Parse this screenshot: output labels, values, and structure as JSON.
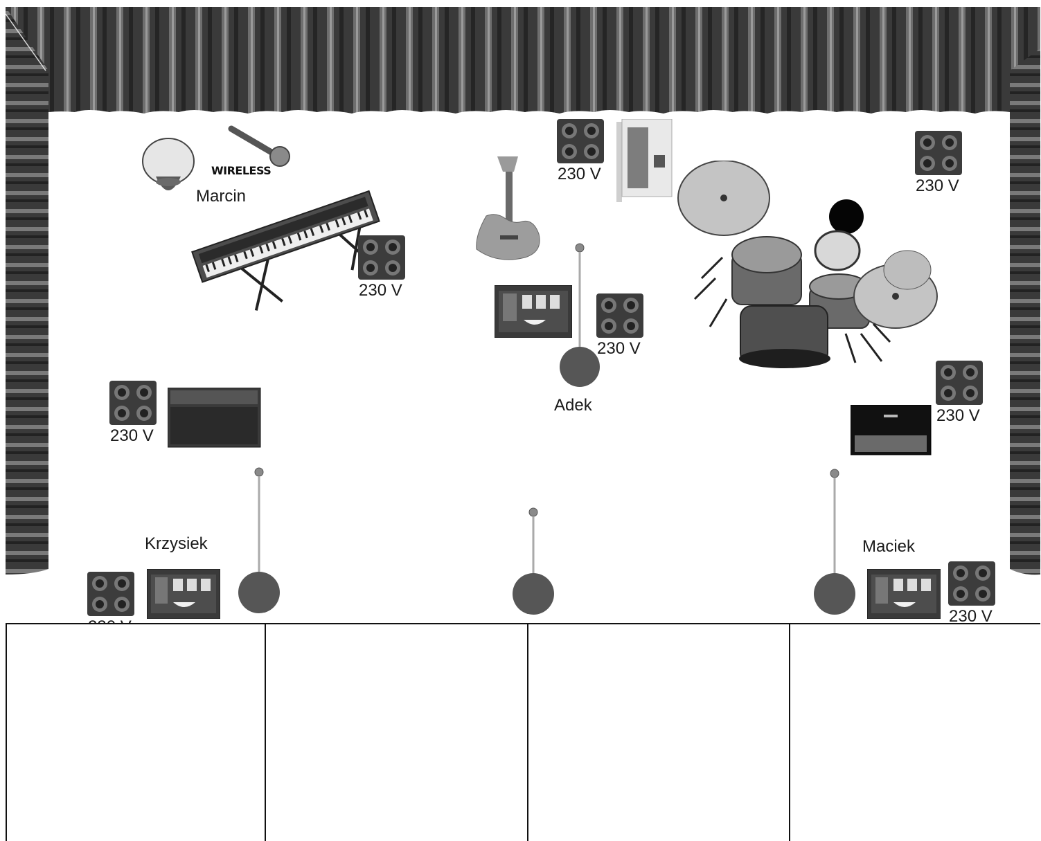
{
  "stage": {
    "people": {
      "marcin": "Marcin",
      "adek": "Adek",
      "krzysiek": "Krzysiek",
      "maciek": "Maciek"
    },
    "wireless_label": "WIRELESS",
    "power_label": "230 V"
  },
  "icons": {
    "power": "power-outlet-icon",
    "drum": "tambourine-drum-icon",
    "mic_wireless": "wireless-microphone-icon",
    "keyboard": "keyboard-synth-icon",
    "guitar": "bass-guitar-icon",
    "laptop": "laptop-icon",
    "drums": "drum-kit-icon",
    "pedalboard": "pedalboard-icon",
    "amp": "amplifier-icon",
    "mic_stand": "microphone-stand-icon"
  },
  "colors": {
    "curtain_dark": "#2a2a2a",
    "curtain_light": "#8a8a8a",
    "outlet": "#3c3c3c",
    "text": "#1a1a1a",
    "grid_line": "#111111"
  },
  "bottom_grid": {
    "columns": 4
  }
}
